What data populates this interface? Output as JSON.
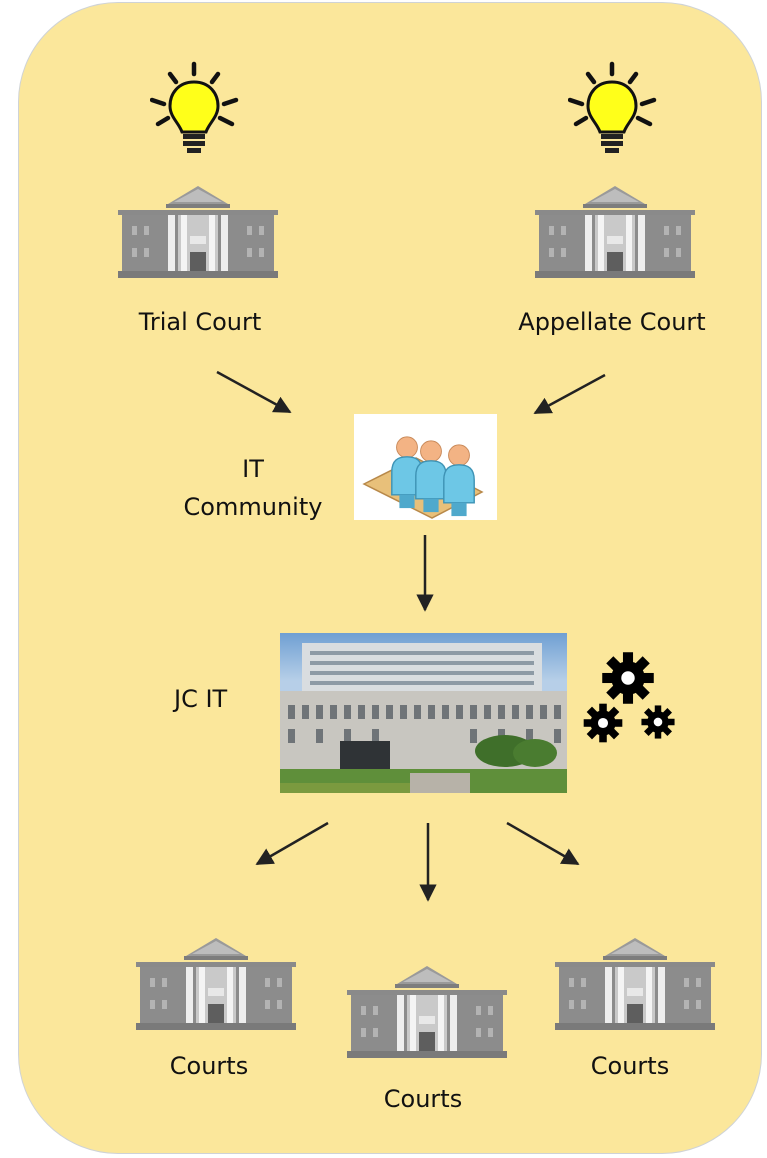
{
  "nodes": {
    "trial_court": "Trial Court",
    "appellate_court": "Appellate Court",
    "it_community_line1": "IT",
    "it_community_line2": "Community",
    "jc_it": "JC IT",
    "courts_left": "Courts",
    "courts_center": "Courts",
    "courts_right": "Courts"
  },
  "icons": {
    "idea": "lightbulb-icon",
    "court": "courthouse-icon",
    "meeting": "meeting-group-icon",
    "building_photo": "jc-building-photo",
    "process": "gears-icon"
  },
  "colors": {
    "panel_fill": "#fbe79b",
    "panel_border": "#cfd3d6",
    "bulb_yellow": "#ffff1a",
    "courthouse_gray": "#8c8c8c",
    "arrow": "#222222"
  }
}
